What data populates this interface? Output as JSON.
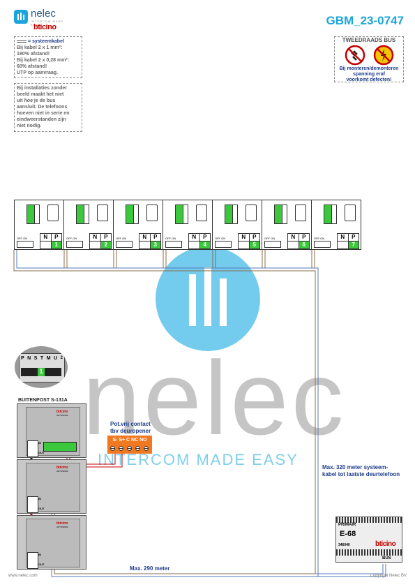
{
  "header": {
    "brand": "nelec",
    "brand_sub": "INTERCOM MADE EASY",
    "partner": "bticino",
    "doc_id": "GBM_23-0747"
  },
  "note_cable": {
    "title": "= systeemkabel",
    "line1": "Bij kabel 2 x 1 mm²:",
    "line2": "180% afstand!",
    "line3": "Bij kabel 2 x 0,28 mm²:",
    "line4": "60% afstand!",
    "line5": "UTP op aanvraag."
  },
  "note_install": {
    "l1": "Bij installaties zonder",
    "l2": "beeld maakt het niet",
    "l3": "uit",
    "l3_em": "hoe",
    "l3_end": "je de bus",
    "l4": "aansluit. De telefoons",
    "l5": "hoeven niet in serie en",
    "l6": "eindweerstanden zijn",
    "l7": "niet nodig."
  },
  "warning": {
    "title": "TWEEDRAADS BUS",
    "l1": "Bij monteren/demonteren",
    "l2": "spanning eraf",
    "l3": "voorkomt defecten!"
  },
  "phones": [
    {
      "n": "N",
      "p": "P",
      "num": "1"
    },
    {
      "n": "N",
      "p": "P",
      "num": "2"
    },
    {
      "n": "N",
      "p": "P",
      "num": "3"
    },
    {
      "n": "N",
      "p": "P",
      "num": "4"
    },
    {
      "n": "N",
      "p": "P",
      "num": "5"
    },
    {
      "n": "N",
      "p": "P",
      "num": "6"
    },
    {
      "n": "N",
      "p": "P",
      "num": "7"
    }
  ],
  "phone_switch": "OFF ON",
  "zoom_terminals": {
    "labels": [
      "P",
      "N",
      "S",
      "T",
      "M",
      "U",
      "2"
    ],
    "num": "1"
  },
  "door": {
    "title": "BUITENPOST S-131A",
    "in_label": "IN",
    "out_label": "OUT",
    "brand": "bticino",
    "art1": "ART.351000",
    "art2": "ART.352000",
    "art3": "ART.352000"
  },
  "contact": {
    "title": "Pot.vrij contact",
    "subtitle": "tbv deuropener",
    "terms": "S- S+ C NC NO"
  },
  "psu": {
    "primary": "PRIMAIR",
    "model": "E-68",
    "art": "346040",
    "brand": "bticino",
    "bus": "BUS"
  },
  "labels": {
    "max320_a": "Max. 320 meter systeem-",
    "max320_b": "kabel tot laatste deurtelefoon",
    "max290": "Max. 290 meter"
  },
  "footer": {
    "left": "www.nelec.com",
    "right": "Copyright Nelec BV"
  },
  "watermark": {
    "word": "nelec",
    "tagline": "INTERCOM MADE EASY"
  },
  "colors": {
    "accent": "#1aa6dc",
    "navy": "#1e3c8c",
    "orange": "#f07820",
    "green": "#3cc83c",
    "red": "#c40000"
  }
}
